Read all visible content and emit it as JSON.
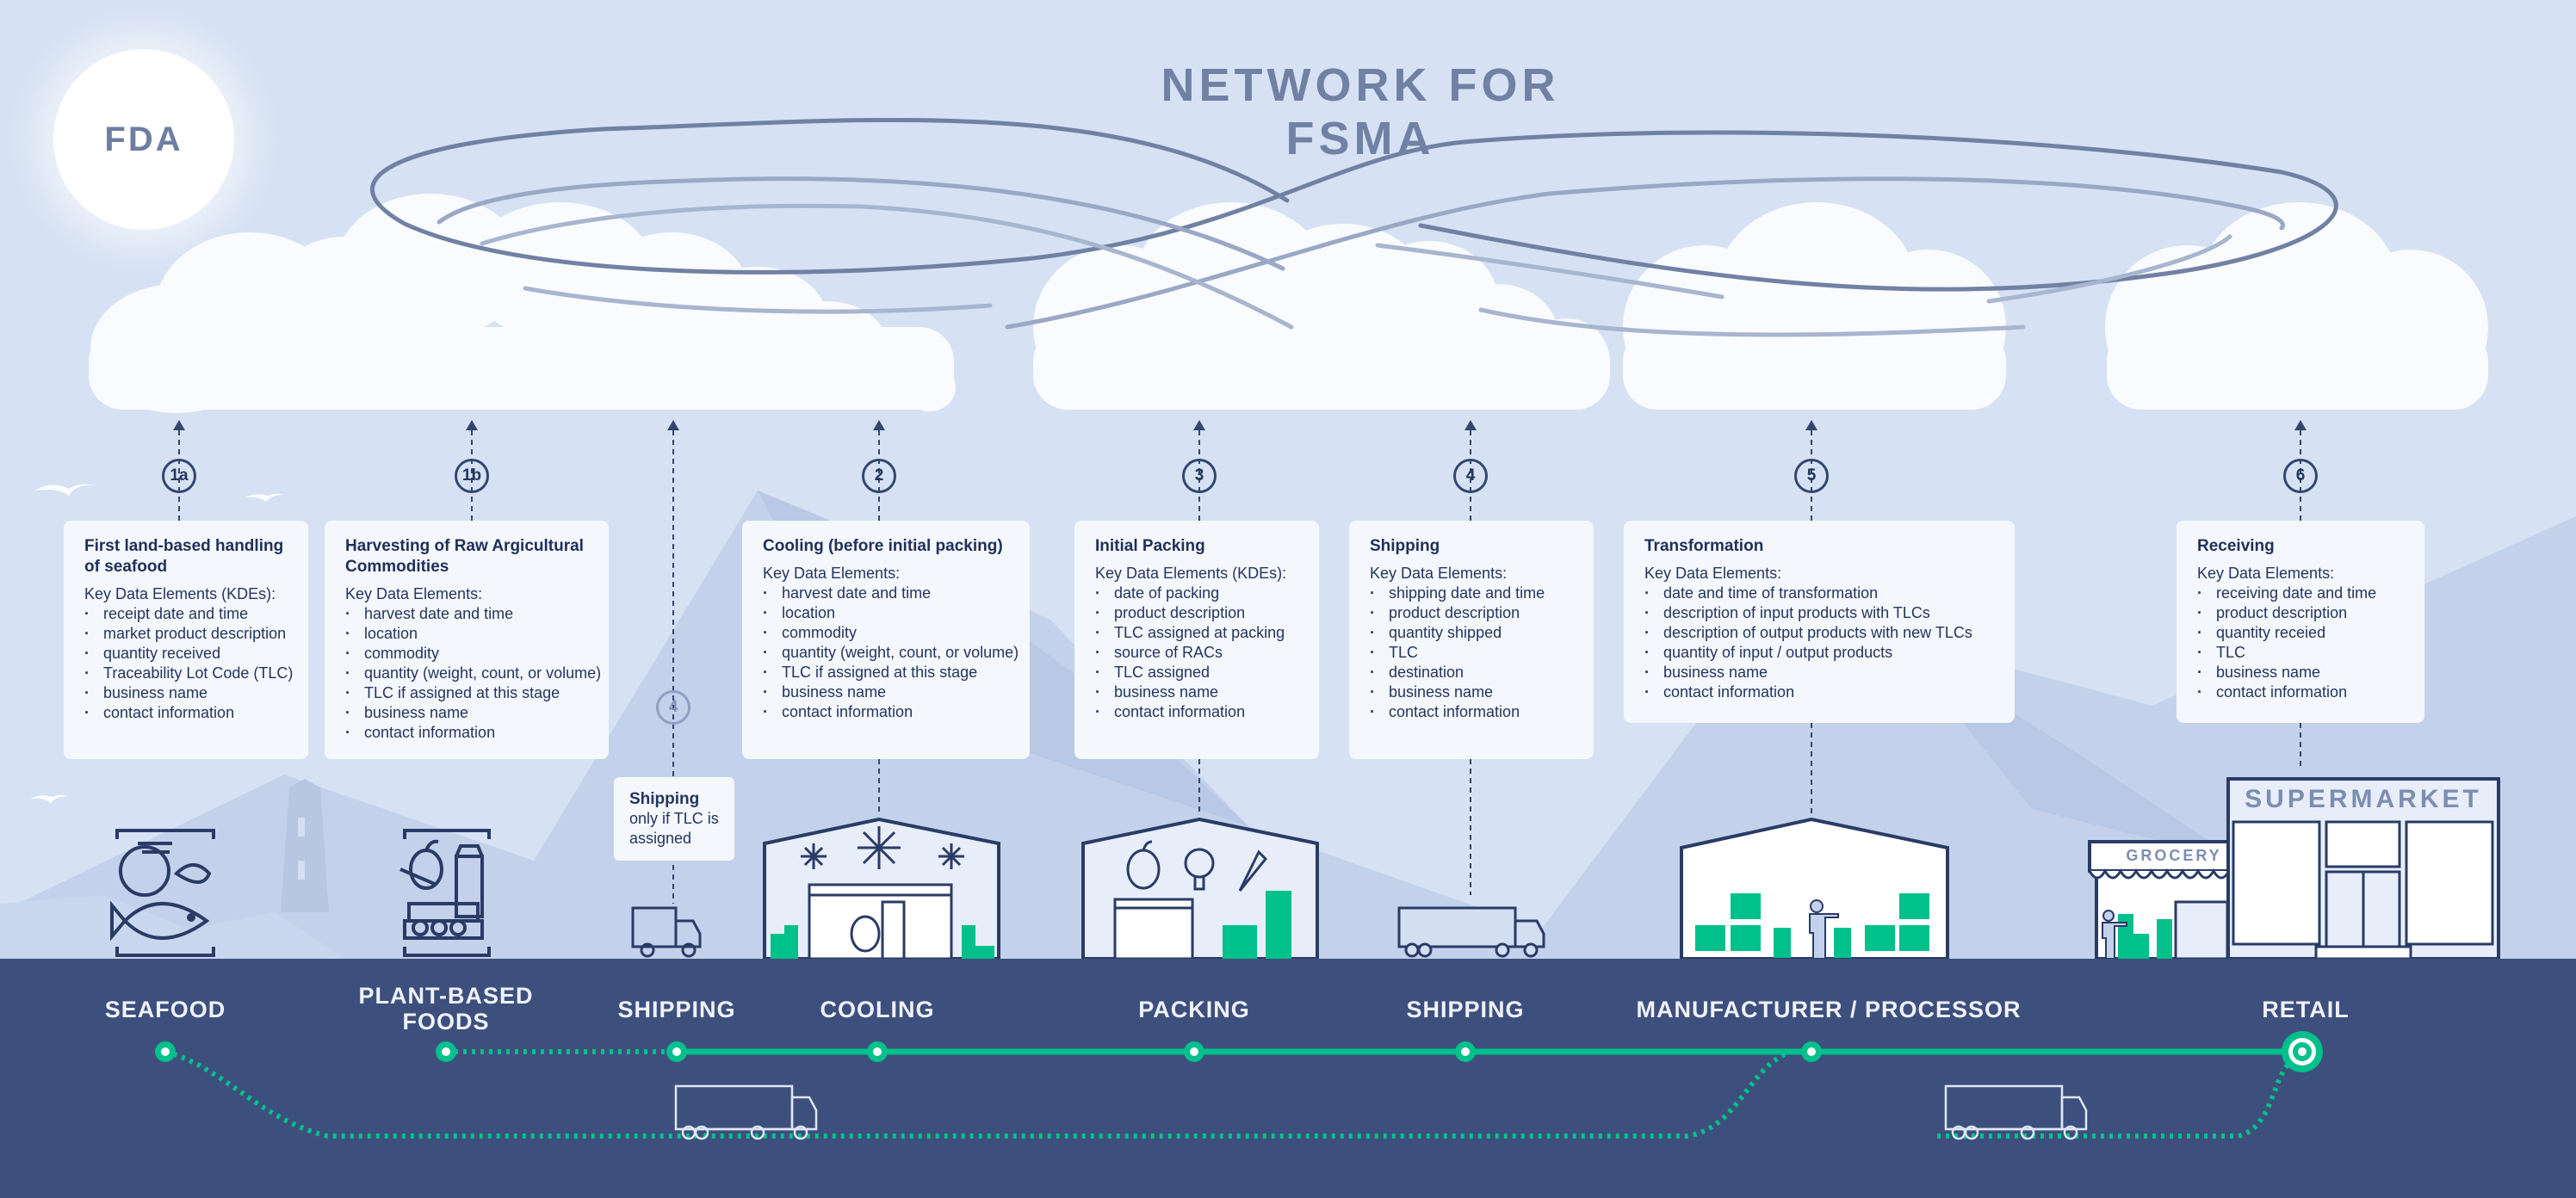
{
  "title": "NETWORK FOR FSMA",
  "sun_label": "FDA",
  "colors": {
    "sky": "#d6e2f3",
    "band": "#3d4f7c",
    "accent_green": "#00c08b",
    "ink": "#24355e",
    "loop": "#7181a4"
  },
  "steps": [
    {
      "id": "1a",
      "label": "1a"
    },
    {
      "id": "1b",
      "label": "1b"
    },
    {
      "id": "4-optional",
      "label": "4"
    },
    {
      "id": "2",
      "label": "2"
    },
    {
      "id": "3",
      "label": "3"
    },
    {
      "id": "4",
      "label": "4"
    },
    {
      "id": "5",
      "label": "5"
    },
    {
      "id": "6",
      "label": "6"
    }
  ],
  "cards": [
    {
      "title": "First land-based handling of seafood",
      "kde_heading": "Key Data Elements (KDEs):",
      "items": [
        "receipt date and time",
        "market product description",
        "quantity received",
        "Traceability Lot Code (TLC)",
        "business name",
        "contact information"
      ]
    },
    {
      "title": "Harvesting of Raw Argicultural Commodities",
      "kde_heading": "Key Data Elements:",
      "items": [
        "harvest date and time",
        "location",
        "commodity",
        "quantity (weight, count, or volume)",
        "TLC if assigned at this stage",
        "business name",
        "contact information"
      ]
    },
    {
      "title": "Cooling (before initial packing)",
      "kde_heading": "Key Data Elements:",
      "items": [
        "harvest date and time",
        "location",
        "commodity",
        "quantity (weight, count, or volume)",
        "TLC if assigned at this stage",
        "business name",
        "contact information"
      ]
    },
    {
      "title": "Initial Packing",
      "kde_heading": "Key Data Elements (KDEs):",
      "items": [
        "date of packing",
        "product description",
        "TLC assigned at packing",
        "source of RACs",
        "TLC assigned",
        "business name",
        "contact information"
      ]
    },
    {
      "title": "Shipping",
      "kde_heading": "Key Data Elements:",
      "items": [
        "shipping date and time",
        "product description",
        "quantity shipped",
        "TLC",
        "destination",
        "business name",
        "contact information"
      ]
    },
    {
      "title": "Transformation",
      "kde_heading": "Key Data Elements:",
      "items": [
        "date and time of transformation",
        "description of input products with TLCs",
        "description of output products with new TLCs",
        "quantity of input / output products",
        "business name",
        "contact information"
      ]
    },
    {
      "title": "Receiving",
      "kde_heading": "Key Data Elements:",
      "items": [
        "receiving date and time",
        "product description",
        "quantity receied",
        "TLC",
        "business name",
        "contact information"
      ]
    }
  ],
  "optional_shipping": {
    "title": "Shipping",
    "note": "only if TLC is assigned"
  },
  "stages": [
    {
      "label": "SEAFOOD"
    },
    {
      "label": "PLANT-BASED\nFOODS"
    },
    {
      "label": "SHIPPING"
    },
    {
      "label": "COOLING"
    },
    {
      "label": "PACKING"
    },
    {
      "label": "SHIPPING"
    },
    {
      "label": "MANUFACTURER / PROCESSOR"
    },
    {
      "label": "RETAIL"
    }
  ],
  "buildings": {
    "grocery_sign": "GROCERY",
    "supermarket_sign": "SUPERMARKET"
  }
}
